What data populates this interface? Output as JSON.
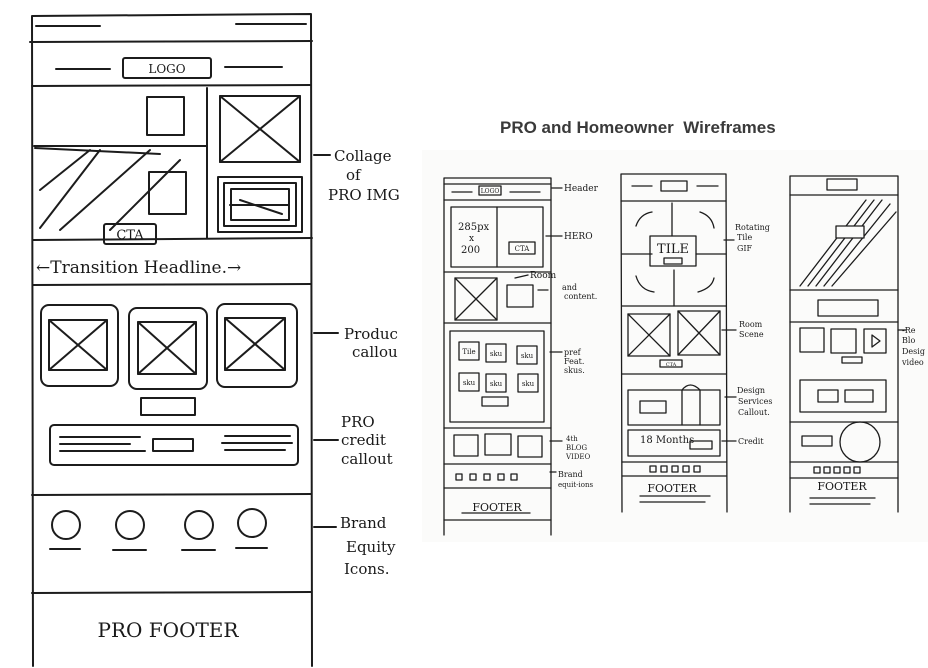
{
  "title": "PRO and Homeowner  Wireframes",
  "big_sketch": {
    "logo": "LOGO",
    "cta": "CTA",
    "transition": "←Transition Headline.→",
    "footer": "PRO FOOTER",
    "notes": {
      "collage": [
        "Collage",
        "of",
        "PRO IMG"
      ],
      "product": [
        "Produc",
        "callou"
      ],
      "credit": [
        "PRO",
        "credit",
        "callout"
      ],
      "brand": [
        "Brand",
        "Equity",
        "Icons."
      ]
    }
  },
  "wire1": {
    "logo": "LOGO",
    "hero_dims": [
      "285px",
      "x",
      "200"
    ],
    "cta": "CTA",
    "skus": [
      "Tile",
      "sku",
      "sku",
      "sku",
      "sku",
      "sku"
    ],
    "footer": "FOOTER",
    "notes": {
      "header": "Header",
      "hero": "HERO",
      "room": "Room",
      "content": [
        "and",
        "content."
      ],
      "feat": [
        "pref",
        "Feat.",
        "skus."
      ],
      "blog": [
        "4th",
        "BLOG",
        "VIDEO"
      ],
      "brand": [
        "Brand",
        "equit-ions"
      ]
    }
  },
  "wire2": {
    "tile": "TILE",
    "cta": "CTA",
    "credit_text": "18 Months",
    "footer": "FOOTER",
    "notes": {
      "rotating": [
        "Rotating",
        "Tile",
        "GIF"
      ],
      "room": [
        "Room",
        "Scene"
      ],
      "design": [
        "Design",
        "Services",
        "Callout."
      ],
      "credit": "Credit"
    }
  },
  "wire3": {
    "footer": "FOOTER",
    "notes": [
      "-Re",
      "Blo",
      "Desig",
      "video"
    ]
  }
}
